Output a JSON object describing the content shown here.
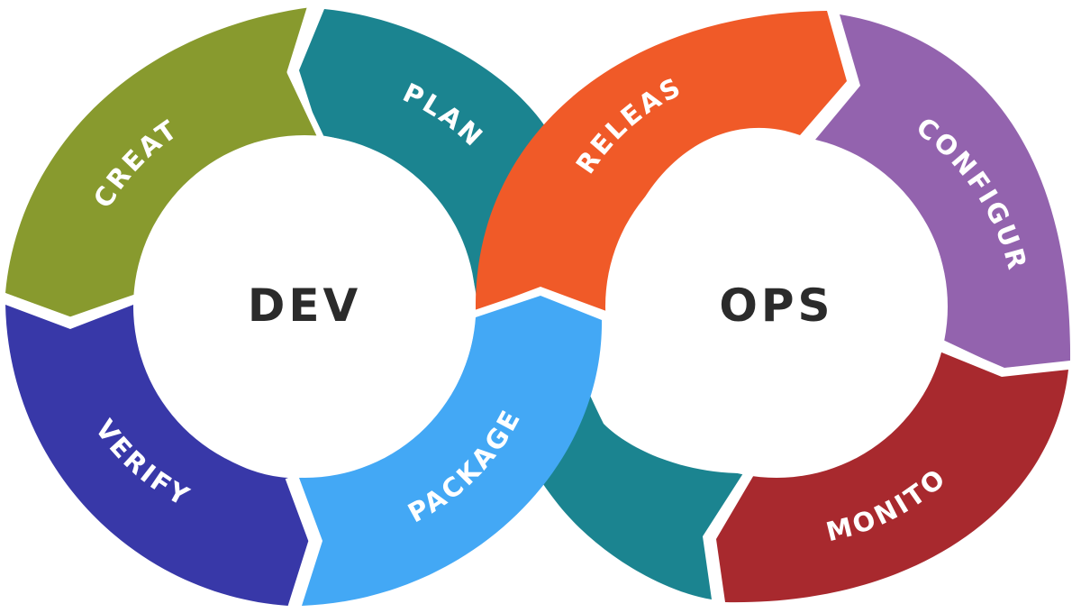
{
  "diagram": {
    "center_labels": {
      "left": "DEV",
      "right": "OPS"
    },
    "segments": [
      {
        "id": "create",
        "label": "CREATE",
        "color": "#889a2e"
      },
      {
        "id": "plan",
        "label": "PLAN",
        "color": "#1b8490"
      },
      {
        "id": "package",
        "label": "PACKAGE",
        "color": "#43a8f5"
      },
      {
        "id": "verify",
        "label": "VERIFY",
        "color": "#3838a8"
      },
      {
        "id": "release",
        "label": "RELEASE",
        "color": "#f05a28"
      },
      {
        "id": "configure",
        "label": "CONFIGURE",
        "color": "#9363ae"
      },
      {
        "id": "monitor",
        "label": "MONITOR",
        "color": "#a8292e"
      },
      {
        "id": "teal-link",
        "label": "",
        "color": "#1b8490"
      }
    ]
  }
}
